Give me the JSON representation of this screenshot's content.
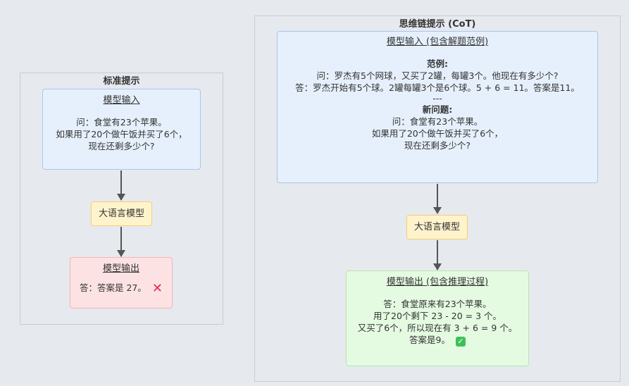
{
  "standard": {
    "title": "标准提示",
    "input": {
      "title": "模型输入",
      "lines": [
        "问：食堂有23个苹果。",
        "如果用了20个做午饭并买了6个，",
        "现在还剩多少个?"
      ]
    },
    "model": "大语言模型",
    "output": {
      "title": "模型输出",
      "answer": "答：答案是 27。",
      "status_icon": "cross-icon"
    }
  },
  "cot": {
    "title": "思维链提示 (CoT)",
    "input": {
      "title": "模型输入 (包含解题范例)",
      "example_heading": "范例:",
      "example_lines": [
        "问：罗杰有5个网球，又买了2罐，每罐3个。他现在有多少个?",
        "答：罗杰开始有5个球。2罐每罐3个是6个球。5 + 6 = 11。答案是11。"
      ],
      "separator": "---",
      "new_heading": "新问题:",
      "new_lines": [
        "问：食堂有23个苹果。",
        "如果用了20个做午饭并买了6个，",
        "现在还剩多少个?"
      ]
    },
    "model": "大语言模型",
    "output": {
      "title": "模型输出 (包含推理过程)",
      "lines": [
        "答：食堂原来有23个苹果。",
        "用了20个剩下 23 - 20 = 3 个。",
        "又买了6个，所以现在有 3 + 6 = 9 个。"
      ],
      "final": "答案是9。",
      "status_icon": "check-icon"
    }
  },
  "colors": {
    "input": "#e6f0fc",
    "model": "#fff3cc",
    "wrong_output": "#fde2e3",
    "right_output": "#e4fbe1"
  }
}
